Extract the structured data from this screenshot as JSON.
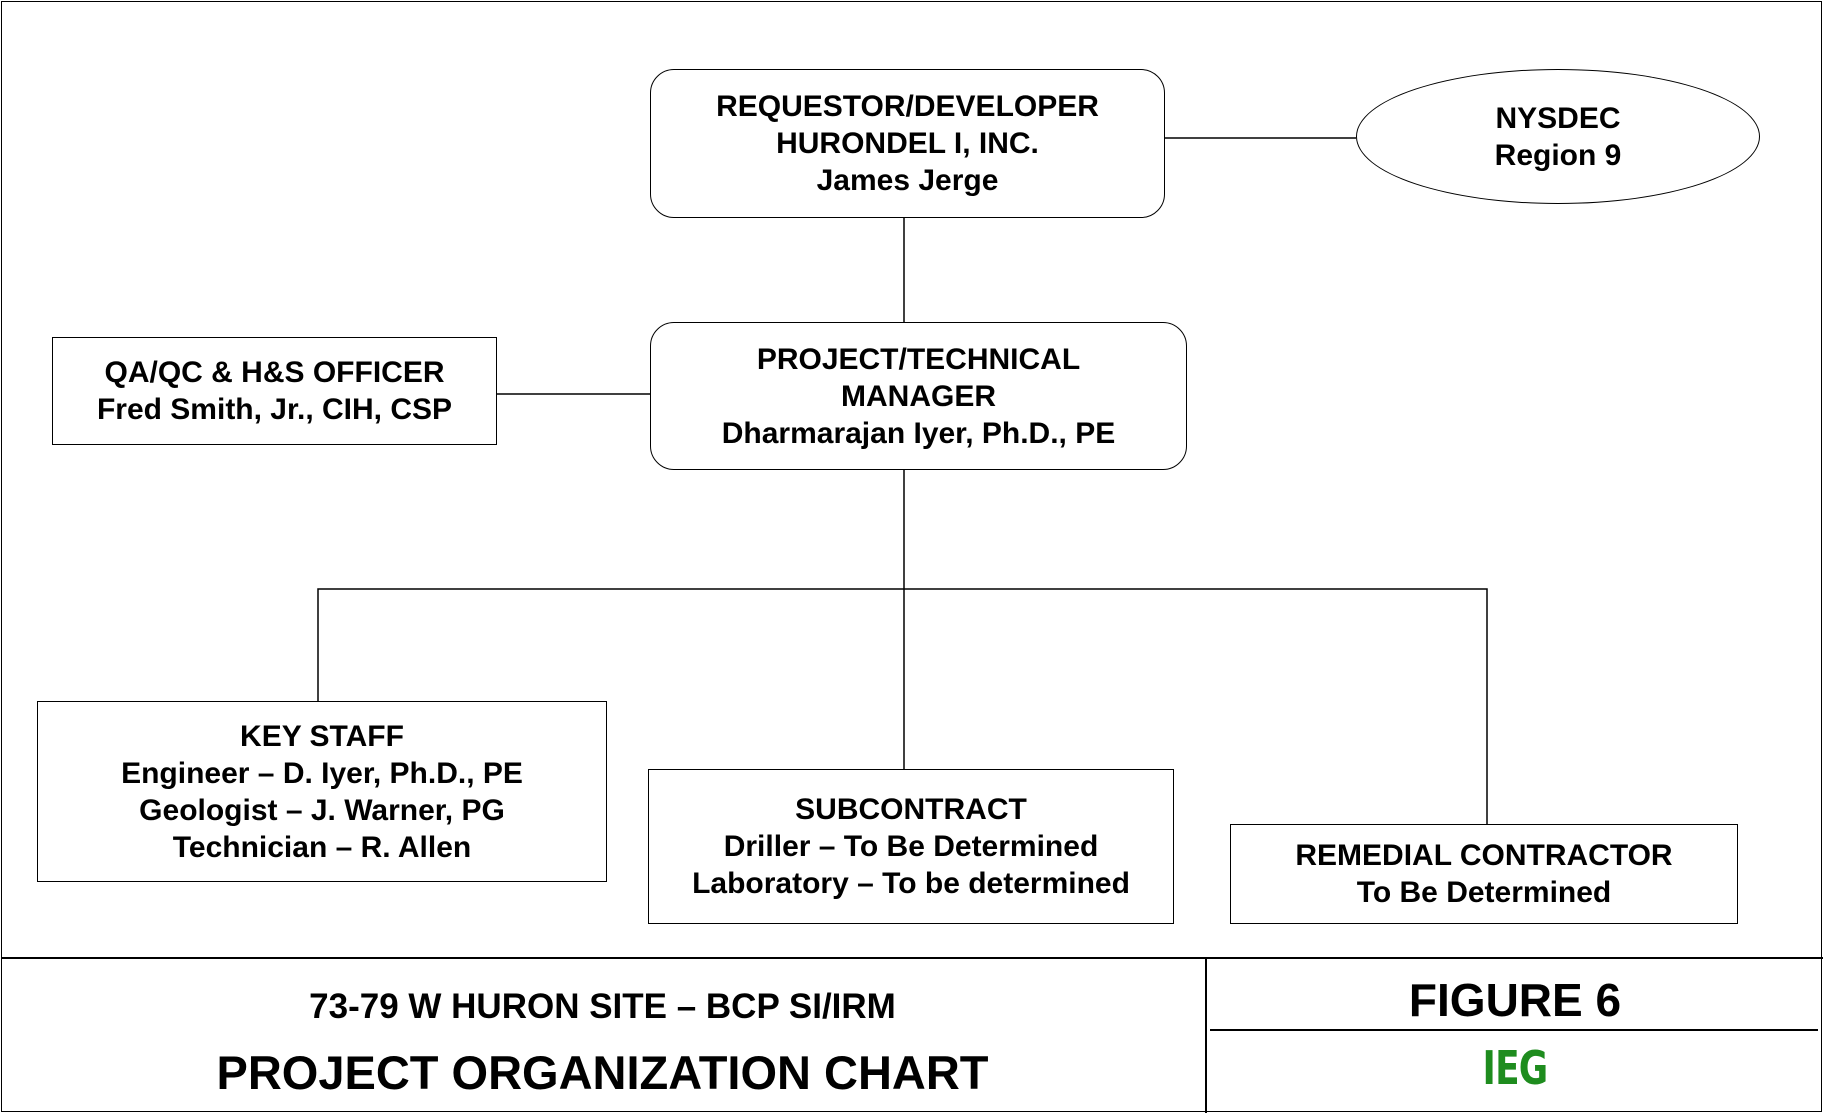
{
  "org_chart": {
    "requestor": {
      "lines": [
        "REQUESTOR/DEVELOPER",
        "HURONDEL I, INC.",
        "James Jerge"
      ]
    },
    "nysdec": {
      "lines": [
        "NYSDEC",
        "Region 9"
      ]
    },
    "qaqc_officer": {
      "lines": [
        "QA/QC & H&S OFFICER",
        "Fred Smith, Jr., CIH, CSP"
      ]
    },
    "project_manager": {
      "lines": [
        "PROJECT/TECHNICAL",
        "MANAGER",
        "Dharmarajan Iyer, Ph.D., PE"
      ]
    },
    "key_staff": {
      "lines": [
        "KEY STAFF",
        "Engineer – D. Iyer, Ph.D., PE",
        "Geologist – J. Warner, PG",
        "Technician – R. Allen"
      ]
    },
    "subcontract": {
      "lines": [
        "SUBCONTRACT",
        "Driller – To Be Determined",
        "Laboratory – To be determined"
      ]
    },
    "remedial_contractor": {
      "lines": [
        "REMEDIAL CONTRACTOR",
        "To Be Determined"
      ]
    }
  },
  "title_block": {
    "site": "73-79 W HURON SITE – BCP SI/IRM",
    "chart_title": "PROJECT ORGANIZATION CHART",
    "figure": "FIGURE 6",
    "logo_text": "IEG",
    "logo_color": "#1e8c1e"
  }
}
